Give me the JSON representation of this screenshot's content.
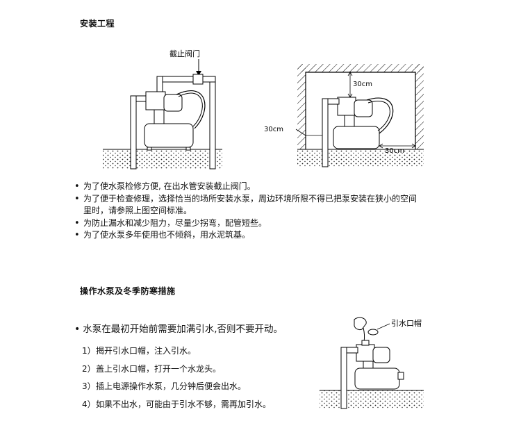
{
  "install": {
    "heading": "安装工程",
    "valve_label": "截止阀门",
    "dim_top": "30cm",
    "dim_left": "30cm",
    "dim_right": "30cm",
    "bullets": [
      "为了使水泵检修方便, 在出水管安装截止阀门。",
      "为了便于检查修理，选择恰当的场所安装水泵，周边环境所限不得已把泵安装在狭小的空间",
      "里时，请参照上图空间标准。",
      "为防止漏水和减少阻力，尽量少拐弯，配管短些。",
      "为了使水泵多年使用也不倾斜，用水泥筑基。"
    ]
  },
  "operation": {
    "heading": "操作水泵及冬季防寒措施",
    "lead": "水泵在最初开始前需要加满引水,否则不要开动。",
    "cap_label": "引水口帽",
    "steps": [
      {
        "num": "1）",
        "text": "揭开引水口帽，注入引水。"
      },
      {
        "num": "2）",
        "text": "盖上引水口帽，打开一个水龙头。"
      },
      {
        "num": "3）",
        "text": "插上电源操作水泵，几分钟后便会出水。"
      },
      {
        "num": "4）",
        "text": "如果不出水，可能由于引水不够，需再加引水。"
      }
    ]
  }
}
